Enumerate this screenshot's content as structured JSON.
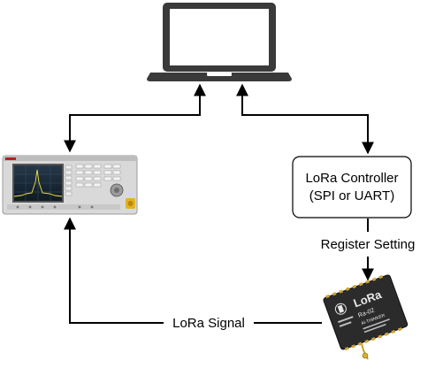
{
  "nodes": {
    "laptop": {
      "icon": "laptop-icon"
    },
    "analyzer": {
      "icon": "spectrum-analyzer-icon"
    },
    "controller": {
      "line1": "LoRa Controller",
      "line2": "(SPI or UART)"
    },
    "module": {
      "icon": "lora-module-icon",
      "logo_text": "LoRa",
      "model_text": "Ra-02",
      "brand_text": "AI-THINKER"
    }
  },
  "edges": {
    "register_setting": "Register Setting",
    "lora_signal": "LoRa Signal"
  },
  "colors": {
    "stroke": "#000000",
    "laptop_body": "#3a3a3a",
    "analyzer_screen": "#1b2733",
    "module_pcb": "#2b2b2b"
  }
}
